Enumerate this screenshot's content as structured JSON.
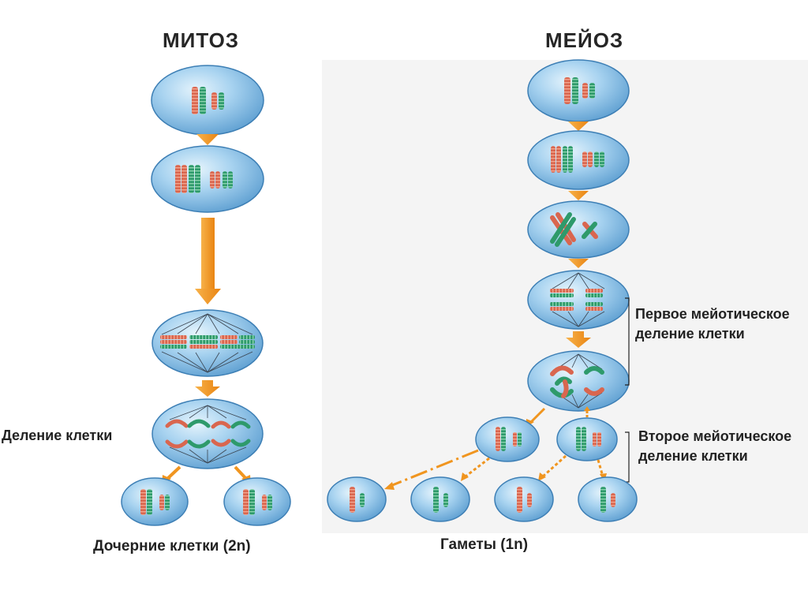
{
  "mitosis": {
    "title": "МИТОЗ",
    "division_label": "Деление клетки",
    "daughter_label": "Дочерние клетки (2n)"
  },
  "meiosis": {
    "title": "МЕЙОЗ",
    "first_division_label": "Первое мейотическое деление клетки",
    "second_division_label": "Второе мейотическое деление клетки",
    "gametes_label": "Гаметы (1n)"
  },
  "colors": {
    "cell_fill": "#8fc3ea",
    "cell_stroke": "#3d7fb5",
    "arrow": "#f0951f",
    "chromosome_red": "#d9664f",
    "chromosome_green": "#2e9a6b",
    "spindle": "#3a4450"
  }
}
